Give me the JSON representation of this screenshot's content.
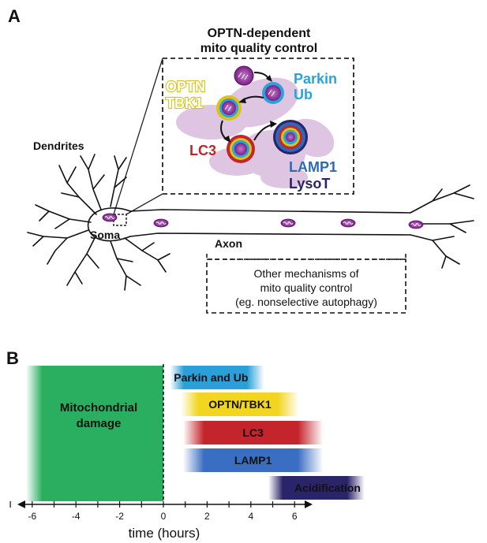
{
  "panel_a": {
    "label": "A",
    "zoom_title_line1": "OPTN-dependent",
    "zoom_title_line2": "mito quality control",
    "labels": {
      "parkin": "Parkin",
      "ub": "Ub",
      "optn": "OPTN",
      "tbk1": "TBK1",
      "lc3": "LC3",
      "lamp1": "LAMP1",
      "lysot": "LysoT",
      "dendrites": "Dendrites",
      "soma": "Soma",
      "axon": "Axon"
    },
    "other_box": {
      "line1": "Other mechanisms of",
      "line2": "mito quality control",
      "line3": "(eg. nonselective autophagy)"
    },
    "colors": {
      "mito": "#8a2a96",
      "parkin": "#2aa3d8",
      "optn": "#d9c21a",
      "lc3": "#c4242b",
      "lamp1": "#2a6ab8",
      "lysot": "#2a2468"
    }
  },
  "panel_b": {
    "label": "B",
    "damage_label_line1": "Mitochondrial",
    "damage_label_line2": "damage",
    "axis_title": "time (hours)",
    "axis_ticks": [
      "-6",
      "-4",
      "-2",
      "0",
      "2",
      "4",
      "6"
    ],
    "bars": [
      {
        "label": "Parkin and Ub",
        "start_h": 0.3,
        "end_h": 4.6,
        "color": "#2a9fd8"
      },
      {
        "label": "OPTN/TBK1",
        "start_h": 0.8,
        "end_h": 6.2,
        "color": "#f2d51e"
      },
      {
        "label": "LC3",
        "start_h": 0.9,
        "end_h": 7.3,
        "color": "#c4242b"
      },
      {
        "label": "LAMP1",
        "start_h": 0.9,
        "end_h": 7.3,
        "color": "#3a6ec2"
      },
      {
        "label": "Acidification",
        "start_h": 4.8,
        "end_h": 9.2,
        "color": "#2a2468"
      }
    ],
    "damage_start_h": -6.0,
    "damage_end_h": 0,
    "damage_color": "#2aae60"
  }
}
